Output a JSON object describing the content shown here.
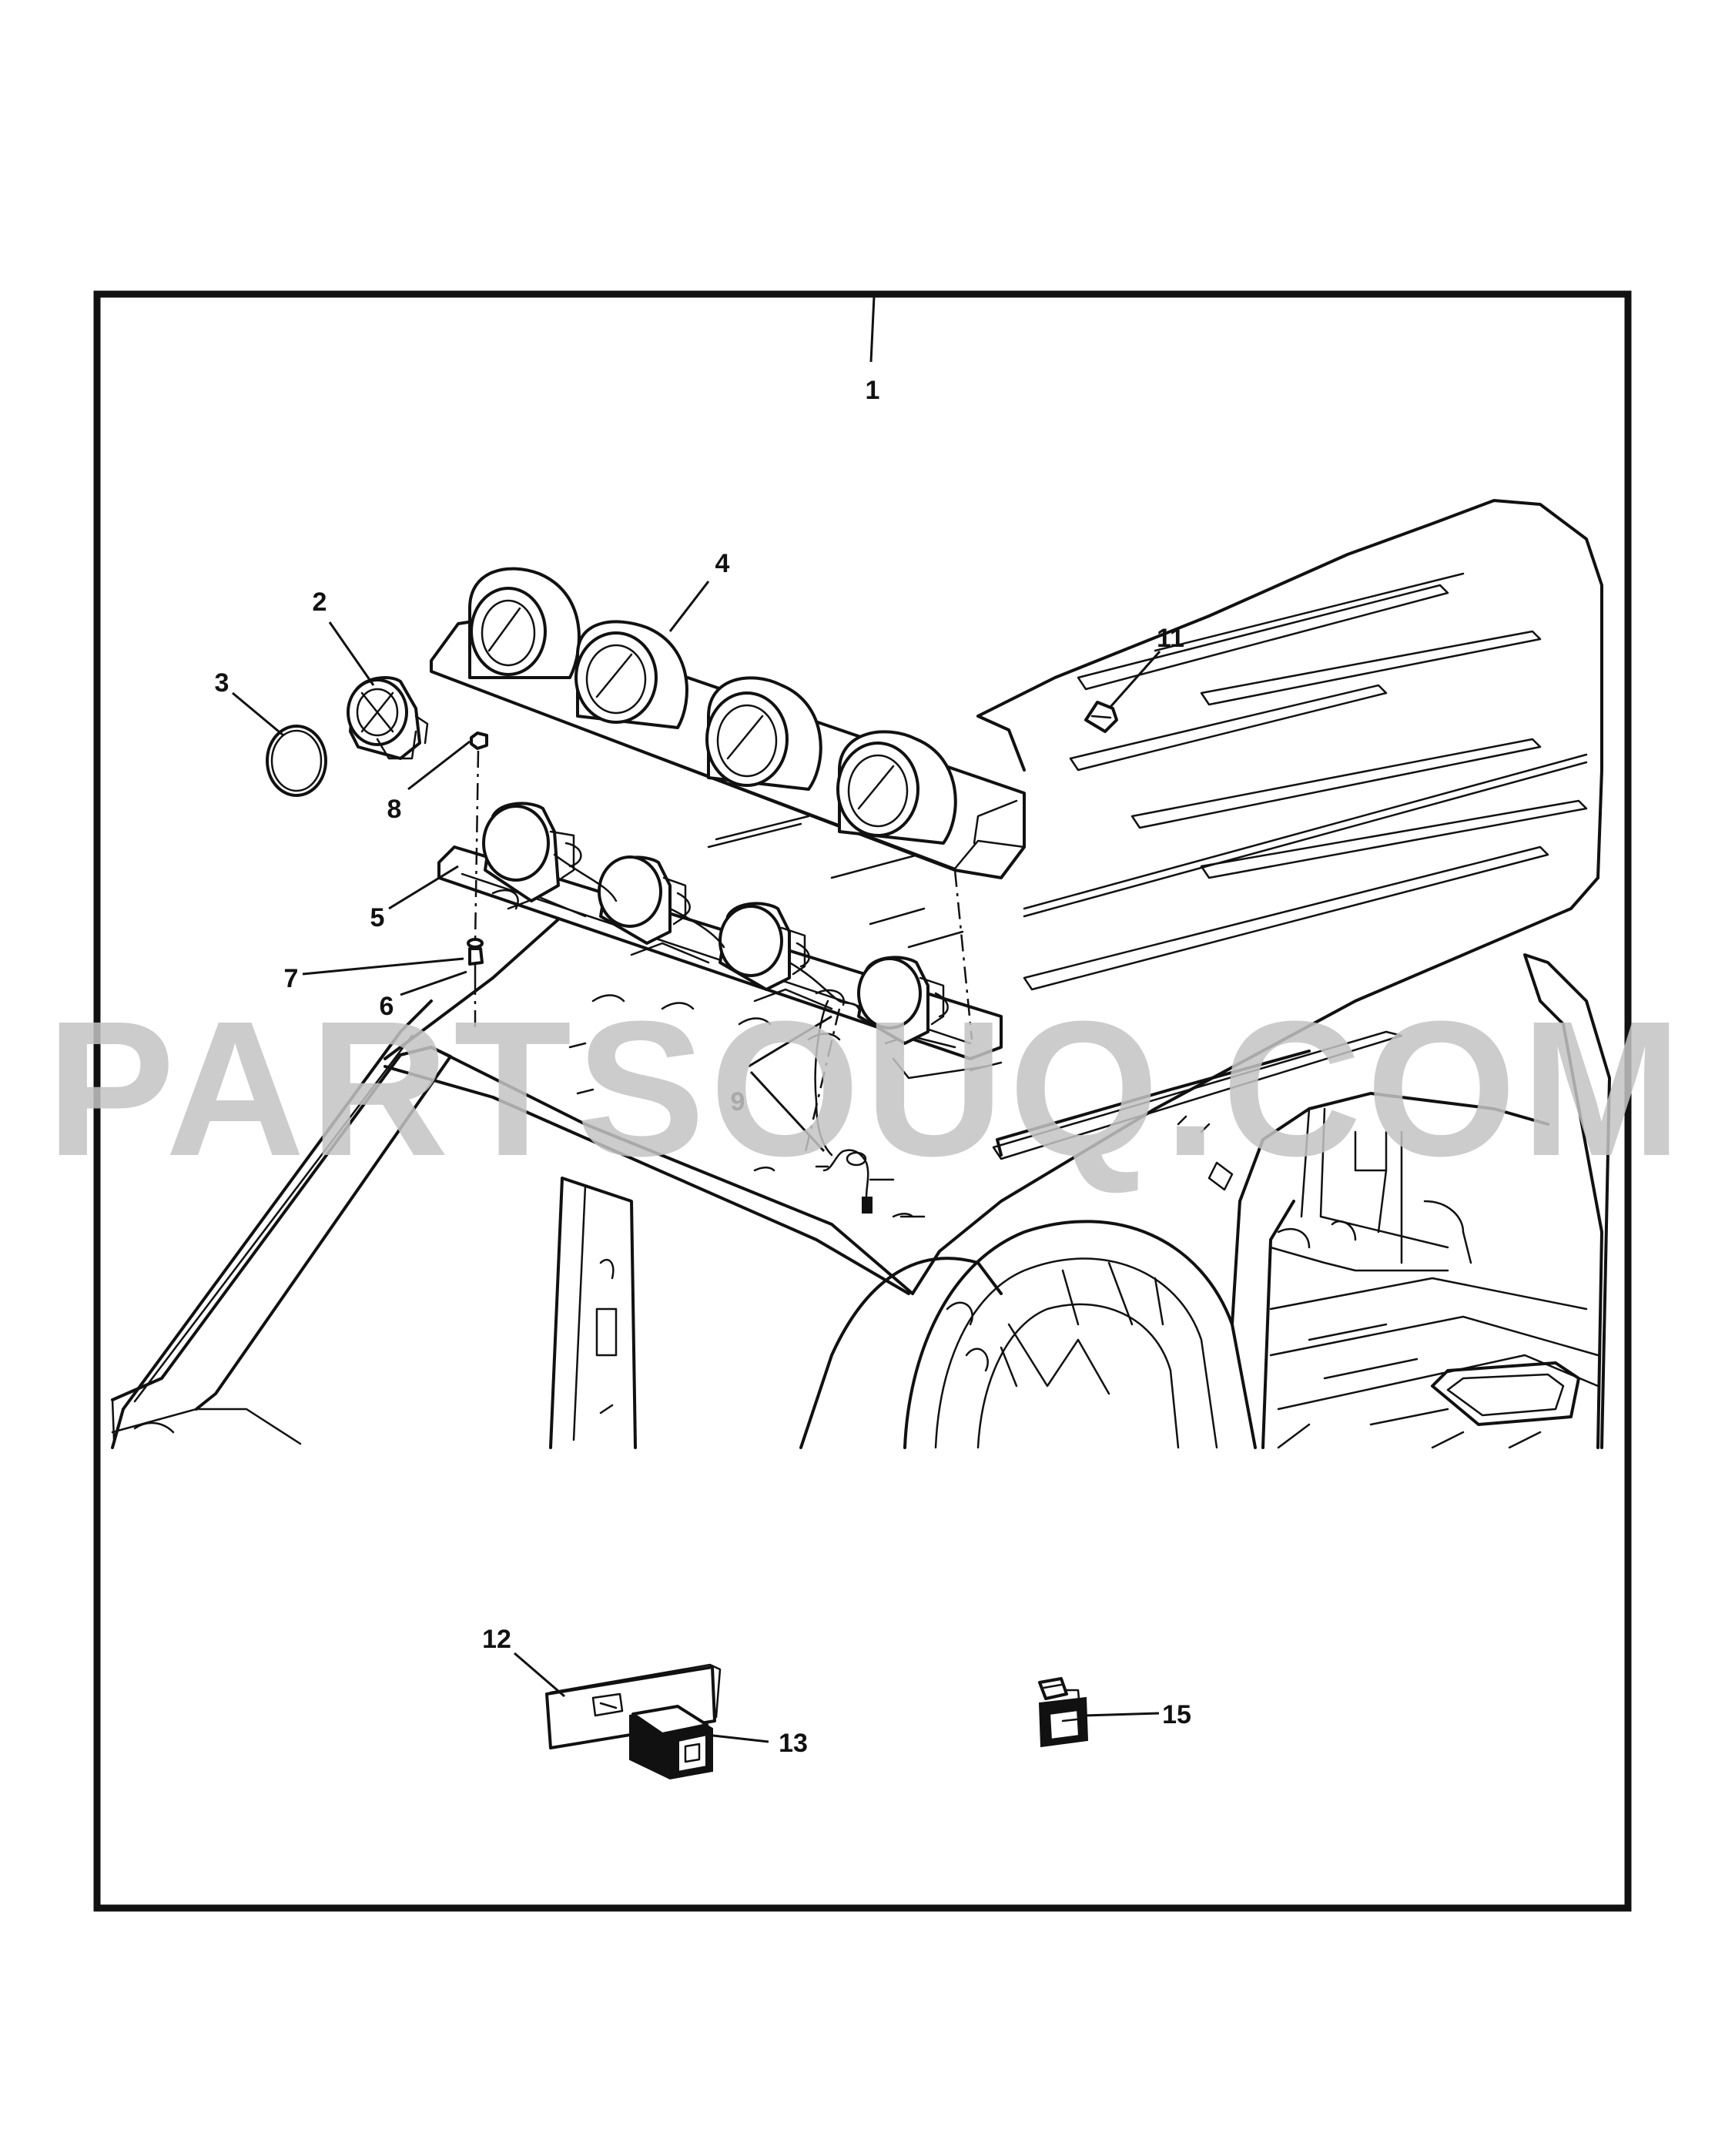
{
  "diagram": {
    "watermark": "PARTSOUQ.COM",
    "callouts": [
      {
        "id": "1",
        "label": "1"
      },
      {
        "id": "2",
        "label": "2"
      },
      {
        "id": "3",
        "label": "3"
      },
      {
        "id": "4",
        "label": "4"
      },
      {
        "id": "5",
        "label": "5"
      },
      {
        "id": "6",
        "label": "6"
      },
      {
        "id": "7",
        "label": "7"
      },
      {
        "id": "8",
        "label": "8"
      },
      {
        "id": "9",
        "label": "9"
      },
      {
        "id": "11",
        "label": "11"
      },
      {
        "id": "12",
        "label": "12"
      },
      {
        "id": "13",
        "label": "13"
      },
      {
        "id": "15",
        "label": "15"
      }
    ]
  }
}
